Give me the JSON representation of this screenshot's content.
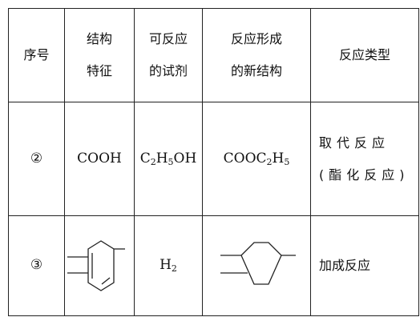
{
  "header": {
    "no": "序号",
    "feature_line1": "结构",
    "feature_line2": "特征",
    "reagent_line1": "可反应",
    "reagent_line2": "的试剂",
    "newstruct_line1": "反应形成",
    "newstruct_line2": "的新结构",
    "type": "反应类型"
  },
  "rows": [
    {
      "no": "②",
      "feature": "COOH",
      "reagent": {
        "c": "C",
        "c_sub": "2",
        "h": "H",
        "h_sub": "5",
        "oh": "OH"
      },
      "newstruct": {
        "main": "COOC",
        "c_sub": "2",
        "h": "H",
        "h_sub": "5"
      },
      "type": "取代反应(酯化反应)"
    },
    {
      "no": "③",
      "feature_icon": "cyclohexadiene-structure-icon",
      "reagent": {
        "h": "H",
        "h_sub": "2"
      },
      "newstruct_icon": "cyclohexane-structure-icon",
      "type": "加成反应"
    }
  ]
}
